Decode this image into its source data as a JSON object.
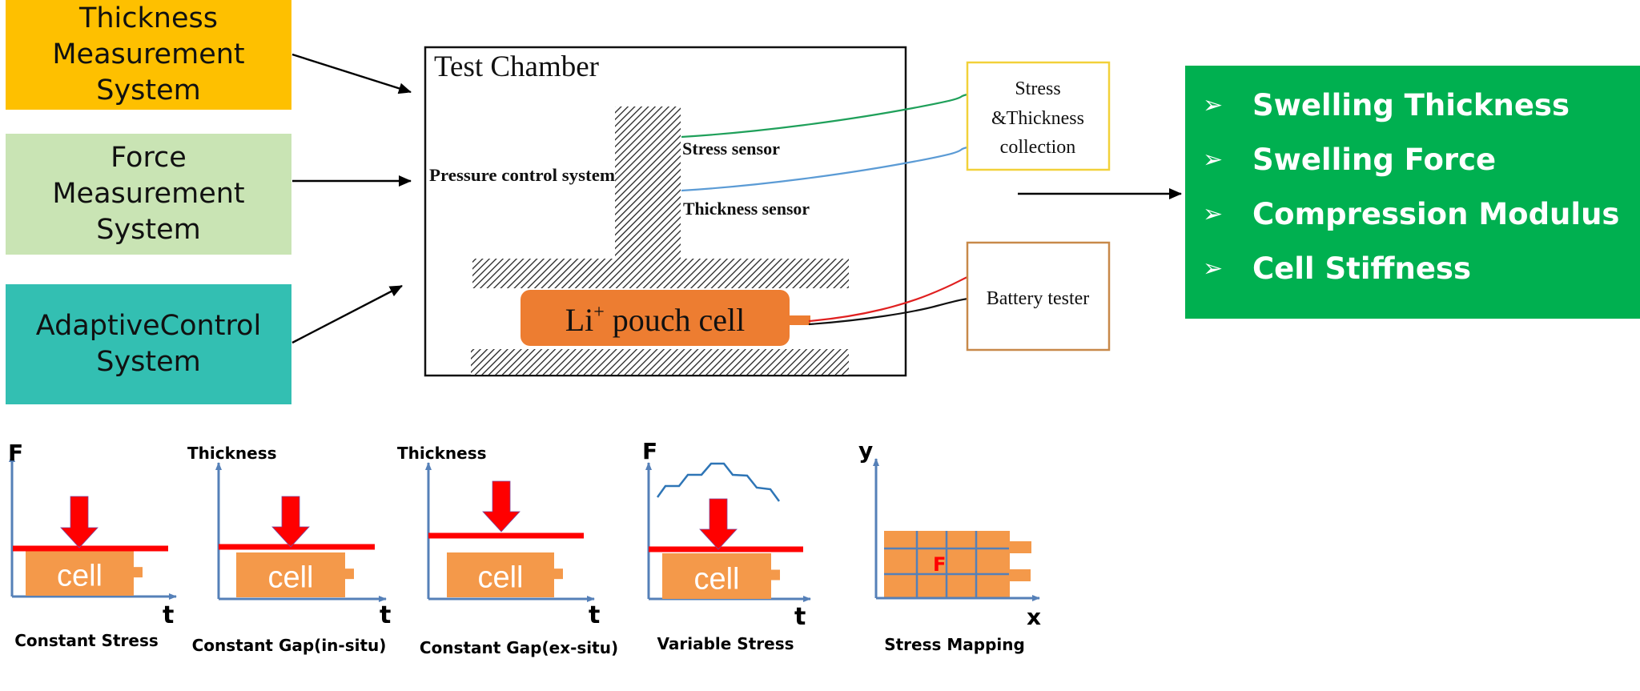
{
  "inputs": [
    {
      "label": "Thickness\nMeasurement\nSystem",
      "color": "#fec000"
    },
    {
      "label": "Force\nMeasurement\nSystem",
      "color": "#c9e4b4"
    },
    {
      "label": "AdaptiveControl\nSystem",
      "color": "#33bfb2"
    }
  ],
  "chamber": {
    "title": "Test Chamber",
    "pressure_label": "Pressure control system",
    "stress_sensor_label": "Stress sensor",
    "thickness_sensor_label": "Thickness sensor",
    "cell_label_main": "Li",
    "cell_label_sup": "+",
    "cell_label_rest": " pouch cell",
    "cell_color": "#ed7d31"
  },
  "collectors": {
    "stress_thickness": "Stress\n&Thickness\ncollection",
    "stress_thickness_border": "#f2d13a",
    "battery_tester": "Battery tester",
    "battery_tester_border": "#c8894a"
  },
  "wires": {
    "stress": "#1fa05a",
    "thickness": "#5b9bd5",
    "positive": "#e02020",
    "negative": "#111111"
  },
  "outputs": {
    "color": "#00b050",
    "bullet": "➢",
    "items": [
      "Swelling Thickness",
      "Swelling Force",
      "Compression Modulus",
      "Cell Stiffness"
    ]
  },
  "modes": [
    {
      "ylabel": "F",
      "xlabel": "t",
      "cell": "cell",
      "caption": "Constant Stress"
    },
    {
      "ylabel": "Thickness",
      "xlabel": "t",
      "cell": "cell",
      "caption": "Constant Gap(in-situ)"
    },
    {
      "ylabel": "Thickness",
      "xlabel": "t",
      "cell": "cell",
      "caption": "Constant Gap(ex-situ)"
    },
    {
      "ylabel": "F",
      "xlabel": "t",
      "cell": "cell",
      "caption": "Variable Stress"
    },
    {
      "ylabel": "y",
      "xlabel": "x",
      "cell": "F",
      "caption": "Stress  Mapping"
    }
  ],
  "colors": {
    "axis": "#5580b8",
    "press_line": "#ff0000",
    "small_cell": "#f4994a",
    "variable_curve": "#2e75b6"
  }
}
